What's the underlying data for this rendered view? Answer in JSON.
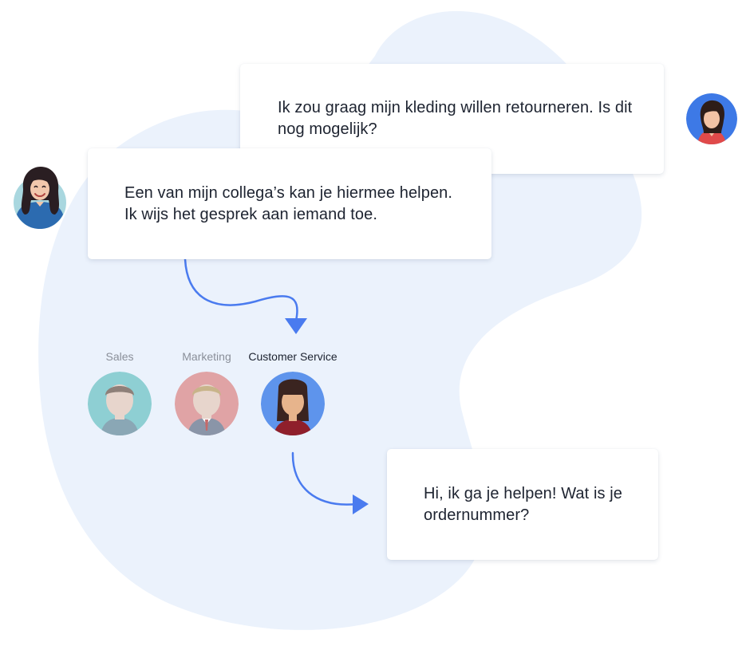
{
  "messages": {
    "customer": "Ik zou graag mijn kleding willen retourneren. Is dit nog mogelijk?",
    "agent_first": "Een van mijn collega’s kan je hiermee helpen. Ik wijs het gesprek aan iemand toe.",
    "agent_second": "Hi, ik ga je helpen! Wat is je ordernummer?"
  },
  "teams": [
    {
      "label": "Sales",
      "selected": false,
      "avatar_color": "#8ecfd3"
    },
    {
      "label": "Marketing",
      "selected": false,
      "avatar_color": "#e0a3a5"
    },
    {
      "label": "Customer Service",
      "selected": true,
      "avatar_color": "#5e94ec"
    }
  ],
  "colors": {
    "background_blob": "#ebf2fc",
    "arrow": "#4a7bef",
    "label_muted": "#8a8f99",
    "label_active": "#1d2330"
  }
}
